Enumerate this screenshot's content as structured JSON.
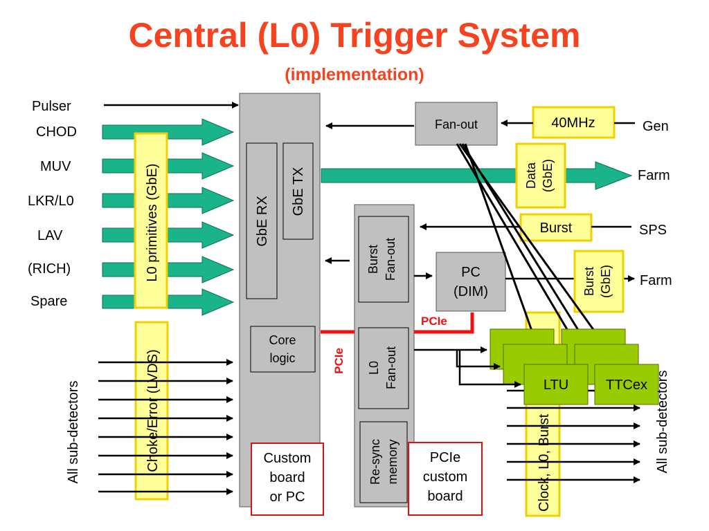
{
  "title": "Central (L0) Trigger System",
  "subtitle": "(implementation)",
  "inputs": {
    "pulser": "Pulser",
    "chod": "CHOD",
    "muv": "MUV",
    "lkr": "LKR/L0",
    "lav": "LAV",
    "rich": "(RICH)",
    "spare": "Spare"
  },
  "l0_primitives": "L0 primitives (GbE)",
  "choke_error": "Choke/Error (LVDS)",
  "all_subdetectors_left": "All sub-detectors",
  "all_subdetectors_right": "All sub-detectors",
  "gbe_rx": "GbE RX",
  "gbe_tx": "GbE TX",
  "core_logic": [
    "Core",
    "logic"
  ],
  "custom_board_pc": [
    "Custom",
    "board",
    "or PC"
  ],
  "burst_fanout": [
    "Burst",
    "Fan-out"
  ],
  "l0_fanout": [
    "L0",
    "Fan-out"
  ],
  "resync_memory": [
    "Re-sync",
    "memory"
  ],
  "pcie_custom_board": [
    "PCIe",
    "custom",
    "board"
  ],
  "pcie_vertical": "PCIe",
  "pcie_horizontal": "PCIe",
  "fan_out": "Fan-out",
  "clock_40mhz": "40MHz",
  "gen": "Gen",
  "data_gbe": [
    "Data",
    "(GbE)"
  ],
  "farm_top": "Farm",
  "burst": "Burst",
  "sps": "SPS",
  "pc_dim": [
    "PC",
    "(DIM)"
  ],
  "burst_gbe": [
    "Burst",
    "(GbE)"
  ],
  "farm_bottom": "Farm",
  "ltu": "LTU",
  "ttcex": "TTCex",
  "clock_l0_burst": "Clock, L0, Burst",
  "colors": {
    "title": "#f4431e",
    "teal_arrow": "#1ab38a",
    "yellow_fill": "#ffff99",
    "yellow_border": "#f0d000",
    "gray_box": "#c0c0c0",
    "green_box": "#99cc00",
    "pcie_red": "#ee1111"
  }
}
